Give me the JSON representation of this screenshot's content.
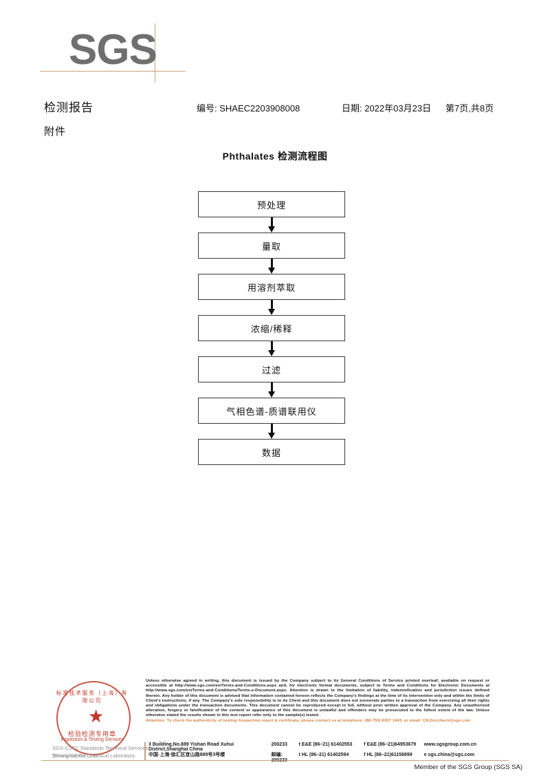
{
  "document": {
    "logo_text": "SGS",
    "report_title": "检测报告",
    "attachment_label": "附件",
    "report_no": "编号: SHAEC2203908008",
    "date": "日期: 2022年03月23日",
    "page_info": "第7页,共8页"
  },
  "flowchart": {
    "title": "Phthalates 检测流程图",
    "nodes": [
      {
        "label": "预处理"
      },
      {
        "label": "量取"
      },
      {
        "label": "用溶剂萃取"
      },
      {
        "label": "浓缩/稀释"
      },
      {
        "label": "过滤"
      },
      {
        "label": "气相色谱-质谱联用仪"
      },
      {
        "label": "数据"
      }
    ]
  },
  "seal": {
    "arc_text": "标准技术服务（上海）有限公司",
    "cn_text": "检验检测专用章",
    "en_text": "Inspection & Testing Services",
    "overlay_line1": "SGS-CSTC Standards Technical Services (Shanghai) Co., Ltd.",
    "overlay_line2": "Testing Center-Chemical Laboratory.",
    "color": "#c0392b"
  },
  "footer": {
    "disclaimer": [
      "Unless otherwise agreed in writing, this document is issued by the Company subject to its General Conditions of Service printed overleaf, available on request or accessible at http://www.sgs.com/en/Terms-and-Conditions.aspx and, for electronic format documents, subject to Terms and Conditions for Electronic Documents at http://www.sgs.com/en/Terms-and-Conditions/Terms-e-Document.aspx. Attention is drawn to the limitation of liability, indemnification and jurisdiction issues defined therein. Any holder of this document is advised that information contained hereon reflects the Company's findings at the time of its intervention only and within the limits of Client's instructions, if any. The Company's sole responsibility is to its Client and this document does not exonerate parties to a transaction from exercising all their rights and obligations under the transaction documents. This document cannot be reproduced except in full, without prior written approval of the Company. Any unauthorized alteration, forgery or falsification of the content or appearance of this document is unlawful and offenders may be prosecuted to the fullest extent of the law. Unless otherwise stated the results shown in this test report refer only to the sample(s) tested ."
    ],
    "attention": "Attention: To check the authenticity of testing /inspection report & certificate, please contact us at telephone: (86-755) 8307 1443, or email: CN.Doccheck@sgs.com",
    "attention_color": "#d2823c",
    "address_rows": [
      {
        "address": "3 Building,No.889 Yishan Road Xuhui District,Shanghai China",
        "address_sup": "rd",
        "postcode": "200233",
        "tel": "t E&E (86–21) 61402553",
        "fax": "f E&E (86–21)64953679",
        "web": "www.sgsgroup.com.cn"
      },
      {
        "address": "中国·上海·徐汇区宜山路889号3号楼",
        "address_sup": "",
        "postcode": "邮编: 200233",
        "tel": "t HL (86–21) 61402594",
        "fax": "f HL (86–21)61156899",
        "web": "e sgs.china@sgs.com"
      }
    ],
    "member_text": "Member of the SGS Group (SGS SA)"
  }
}
